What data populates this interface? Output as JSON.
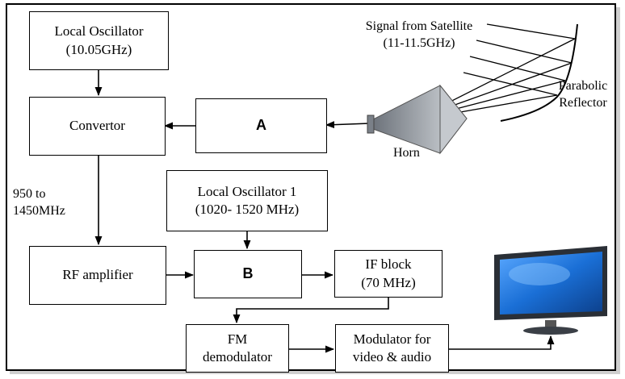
{
  "blocks": {
    "local_osc": {
      "line1": "Local Oscillator",
      "line2": "(10.05GHz)"
    },
    "convertor": {
      "label": "Convertor"
    },
    "block_a": {
      "label": "A"
    },
    "local_osc_1": {
      "line1": "Local Oscillator 1",
      "line2": "(1020- 1520 MHz)"
    },
    "rf_amplifier": {
      "label": "RF amplifier"
    },
    "block_b": {
      "label": "B"
    },
    "if_block": {
      "line1": "IF block",
      "line2": "(70 MHz)"
    },
    "fm_demod": {
      "line1": "FM",
      "line2": "demodulator"
    },
    "modulator": {
      "line1": "Modulator for",
      "line2": "video & audio"
    }
  },
  "labels": {
    "signal_line1": "Signal from Satellite",
    "signal_line2": "(11-11.5GHz)",
    "reflector_line1": "Parabolic",
    "reflector_line2": "Reflector",
    "horn": "Horn",
    "freq_line1": "950 to",
    "freq_line2": "1450MHz"
  },
  "colors": {
    "screen_blue": "#1a6fd6",
    "bezel": "#2a2f36",
    "horn_gray": "#9aa0a8"
  }
}
